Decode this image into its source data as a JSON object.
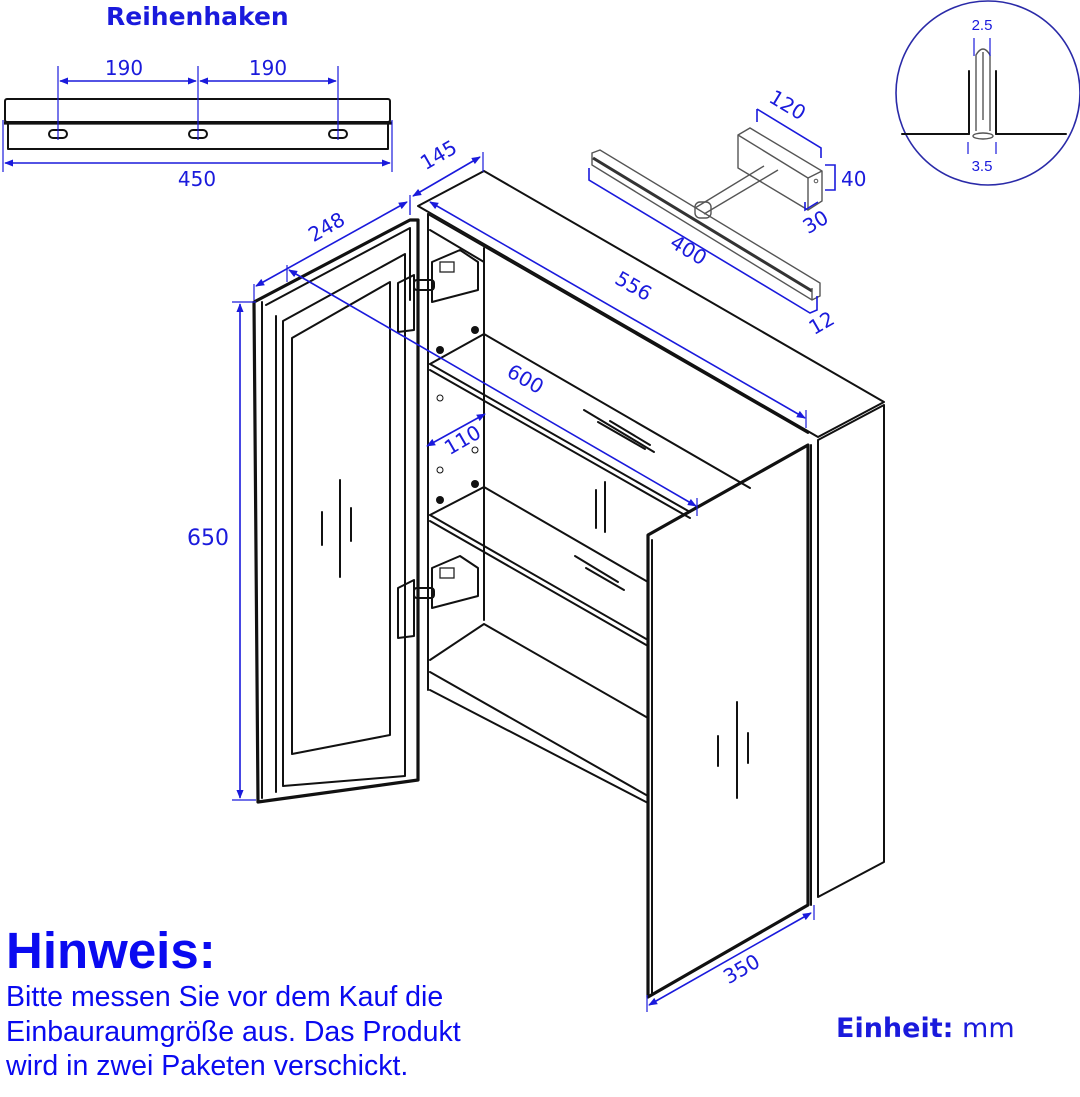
{
  "rail": {
    "title": "Reihenhaken",
    "dimensions": {
      "spacing_left": "190",
      "spacing_right": "190",
      "total_length": "450"
    }
  },
  "detail_circle": {
    "dimensions": {
      "top_width": "2.5",
      "bottom_width": "3.5"
    }
  },
  "lamp": {
    "dimensions": {
      "bracket_length": "120",
      "bracket_height": "40",
      "bracket_width": "30",
      "bar_length": "400",
      "bar_height": "12"
    }
  },
  "cabinet": {
    "dimensions": {
      "depth": "145",
      "left_door_width": "248",
      "inner_depth_top": "556",
      "width": "600",
      "shelf_depth": "110",
      "height": "650",
      "right_door_width": "350"
    }
  },
  "note": {
    "title": "Hinweis:",
    "lines": [
      "Bitte messen Sie vor dem Kauf die",
      "Einbauraumgröße aus. Das Produkt",
      "wird in zwei Paketen verschickt."
    ]
  },
  "unit": {
    "label": "Einheit:",
    "value": "mm"
  },
  "colors": {
    "dimension_blue": "#1a1adc",
    "note_blue": "#0a0af0",
    "line_black": "#111111"
  }
}
